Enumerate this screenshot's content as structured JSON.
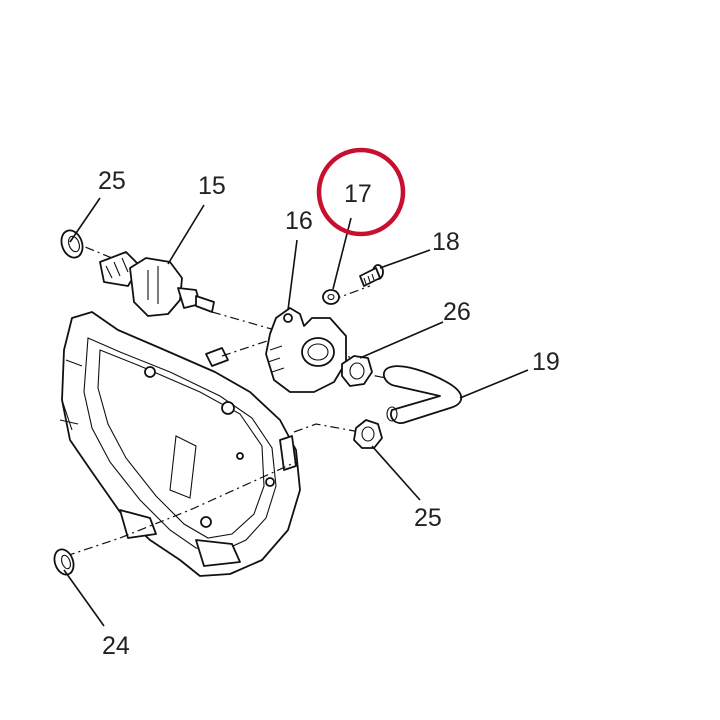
{
  "highlight_color": "#c8102e",
  "callouts": {
    "c25_top": "25",
    "c15": "15",
    "c16": "16",
    "c17": "17",
    "c18": "18",
    "c26": "26",
    "c19": "19",
    "c25_bottom": "25",
    "c24": "24"
  }
}
